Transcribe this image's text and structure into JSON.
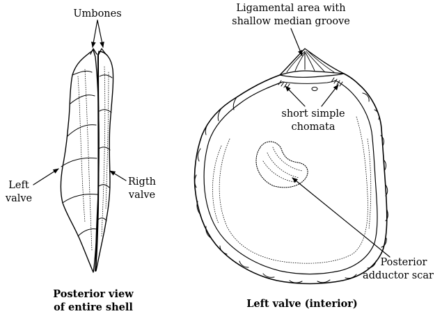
{
  "labels": {
    "umbones": "Umbones",
    "ligamental_line1": "Ligamental area with",
    "ligamental_line2": "shallow median groove",
    "chomata_line1": "short simple",
    "chomata_line2": "chomata",
    "left_valve_line1": "Left",
    "left_valve_line2": "valve",
    "right_valve_line1": "Rigth",
    "right_valve_line2": "valve",
    "adductor_line1": "Posterior",
    "adductor_line2": "adductor scar"
  },
  "captions": {
    "posterior_view_line1": "Posterior view",
    "posterior_view_line2": "of entire shell",
    "left_valve_interior": "Left valve (interior)"
  }
}
